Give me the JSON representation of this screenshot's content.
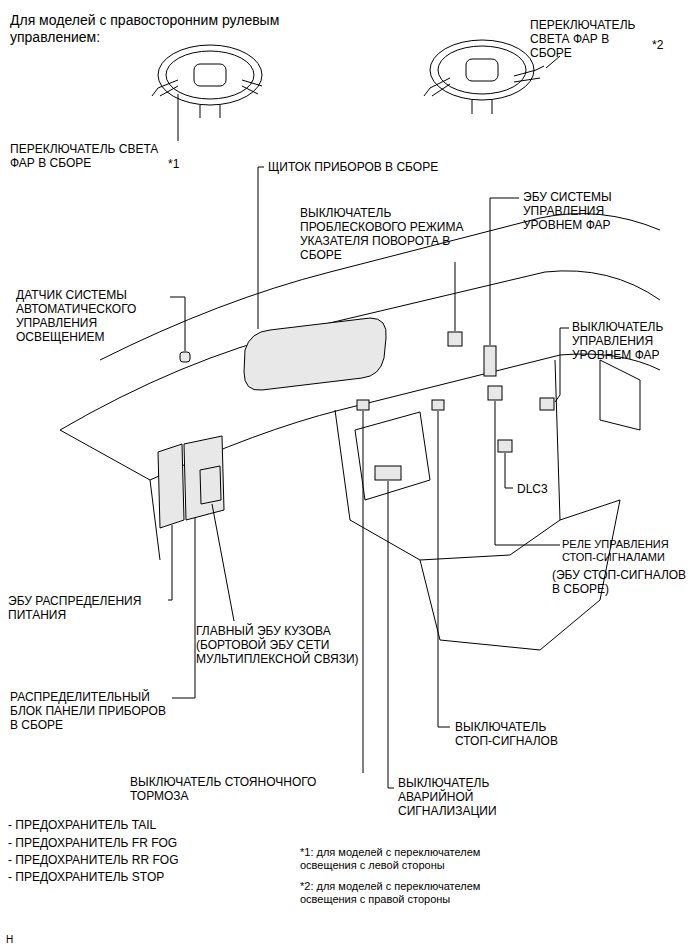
{
  "diagram": {
    "title": "Для моделей с правосторонним рулевым управлением:",
    "labels": [
      "ПЕРЕКЛЮЧАТЕЛЬ СВЕТА ФАР В СБОРЕ",
      "*1",
      "ПЕРЕКЛЮЧАТЕЛЬ СВЕТА ФАР В СБОРЕ",
      "*2",
      "ЩИТОК ПРИБОРОВ В СБОРЕ",
      "ВЫКЛЮЧАТЕЛЬ ПРОБЛЕСКОВОГО РЕЖИМА УКАЗАТЕЛЯ ПОВОРОТА В СБОРЕ",
      "ЭБУ СИСТЕМЫ УПРАВЛЕНИЯ УРОВНЕМ ФАР",
      "ДАТЧИК СИСТЕМЫ АВТОМАТИЧЕСКОГО УПРАВЛЕНИЯ ОСВЕЩЕНИЕМ",
      "ВЫКЛЮЧАТЕЛЬ УПРАВЛЕНИЯ УРОВНЕМ ФАР",
      "DLC3",
      "РЕЛЕ УПРАВЛЕНИЯ СТОП-СИГНАЛАМИ",
      "(ЭБУ СТОП-СИГНАЛОВ В СБОРЕ)",
      "ЭБУ РАСПРЕДЕЛЕНИЯ ПИТАНИЯ",
      "ГЛАВНЫЙ ЭБУ КУЗОВА (БОРТОВОЙ ЭБУ СЕТИ МУЛЬТИПЛЕКСНОЙ СВЯЗИ)",
      "РАСПРЕДЕЛИТЕЛЬНЫЙ БЛОК ПАНЕЛИ ПРИБОРОВ В СБОРЕ",
      "ВЫКЛЮЧАТЕЛЬ СТОП-СИГНАЛОВ",
      "ВЫКЛЮЧАТЕЛЬ СТОЯНОЧНОГО ТОРМОЗА",
      "ВЫКЛЮЧАТЕЛЬ АВАРИЙНОЙ СИГНАЛИЗАЦИИ",
      "- ПРЕДОХРАНИТЕЛЬ TAIL",
      "- ПРЕДОХРАНИТЕЛЬ FR FOG",
      "- ПРЕДОХРАНИТЕЛЬ RR FOG",
      "- ПРЕДОХРАНИТЕЛЬ STOP",
      "*1: для моделей с переключателем освещения с левой стороны",
      "*2: для моделей с переключателем освещения с правой стороны",
      "H"
    ]
  }
}
